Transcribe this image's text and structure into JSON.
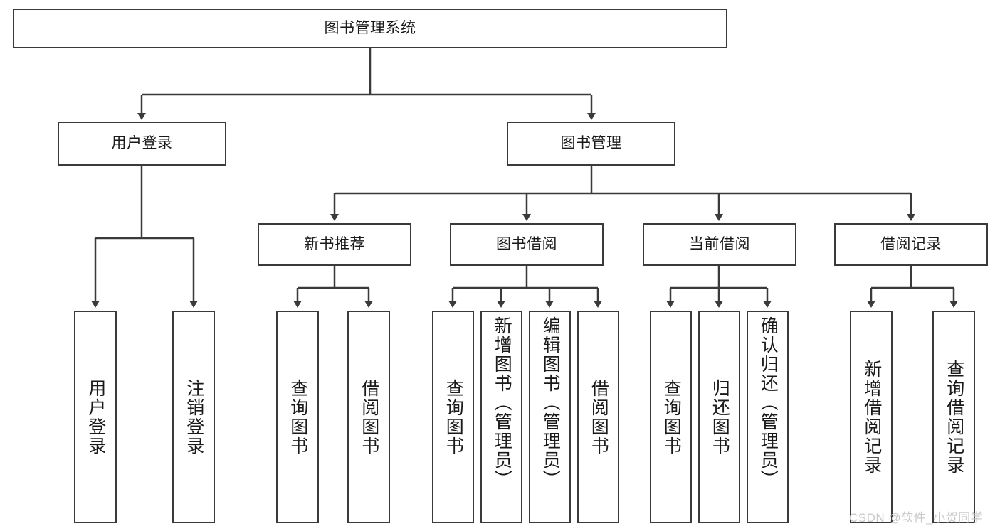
{
  "diagram": {
    "title": "图书管理系统",
    "type": "tree-hierarchy-chart",
    "line_color": "#3a3a3a",
    "box_fill": "#ffffff",
    "text_color": "#1a1a1a"
  },
  "root": {
    "label": "图书管理系统"
  },
  "level1": [
    {
      "label": "用户登录"
    },
    {
      "label": "图书管理"
    }
  ],
  "level2": [
    {
      "label": "新书推荐"
    },
    {
      "label": "图书借阅"
    },
    {
      "label": "当前借阅"
    },
    {
      "label": "借阅记录"
    }
  ],
  "leaves": {
    "user_login": [
      {
        "label": "用户登录"
      },
      {
        "label": "注销登录"
      }
    ],
    "new_book_recommend": [
      {
        "label": "查询图书"
      },
      {
        "label": "借阅图书"
      }
    ],
    "book_borrow": [
      {
        "label": "查询图书"
      },
      {
        "label": "新增图书（管理员）"
      },
      {
        "label": "编辑图书（管理员）"
      },
      {
        "label": "借阅图书"
      }
    ],
    "current_borrow": [
      {
        "label": "查询图书"
      },
      {
        "label": "归还图书"
      },
      {
        "label": "确认归还（管理员）"
      }
    ],
    "borrow_record": [
      {
        "label": "新增借阅记录"
      },
      {
        "label": "查询借阅记录"
      }
    ]
  },
  "watermark": {
    "text": "CSDN @软件_小贺同学"
  }
}
